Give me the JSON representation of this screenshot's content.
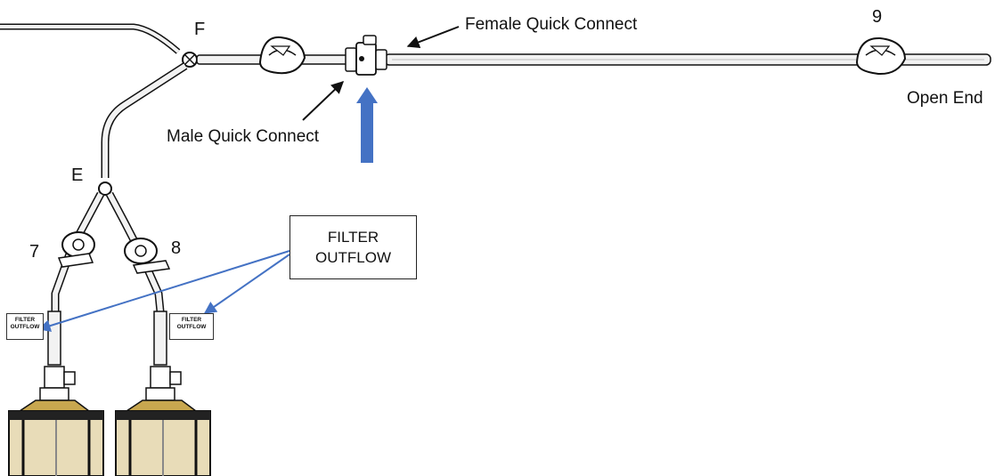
{
  "labels": {
    "f": "F",
    "e": "E",
    "clamp_7": "7",
    "clamp_8": "8",
    "clamp_9": "9",
    "female_quick_connect": "Female Quick Connect",
    "male_quick_connect": "Male Quick Connect",
    "open_end": "Open End"
  },
  "callout": {
    "line1": "FILTER",
    "line2": "OUTFLOW"
  },
  "filter_labels": {
    "left": {
      "line1": "FILTER",
      "line2": "OUTFLOW"
    },
    "right": {
      "line1": "FILTER",
      "line2": "OUTFLOW"
    }
  },
  "colors": {
    "arrow_blue": "#4472c4",
    "line_black": "#111111",
    "tube_fill": "#f2f2f2",
    "canister_fill": "#e8dcb8",
    "canister_cap": "#c8a74f"
  }
}
